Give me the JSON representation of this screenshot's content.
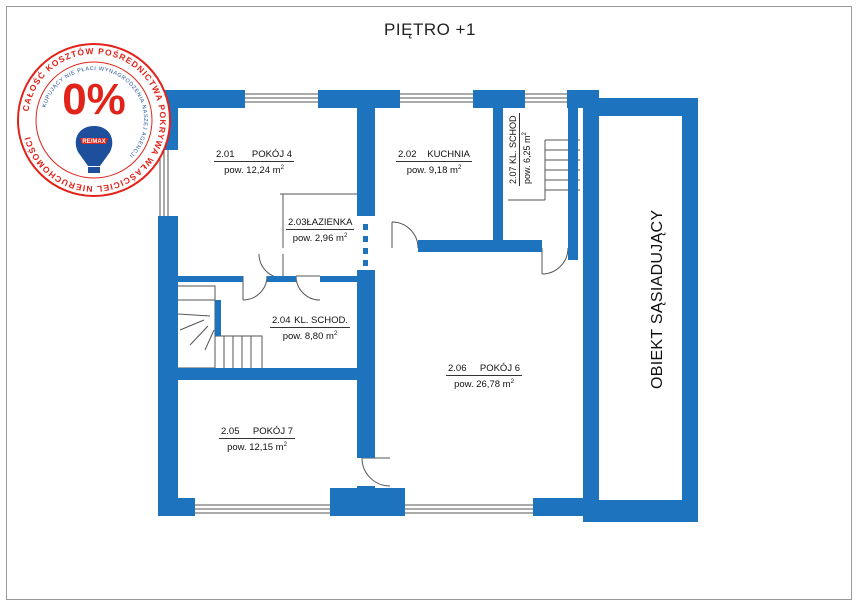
{
  "floor_title": "PIĘTRO +1",
  "badge": {
    "percent": "0%",
    "ring_text": "CAŁOŚĆ KOSZTÓW POŚREDNICTWA POKRYWA WŁAŚCICIEL NIERUCHOMOŚCI",
    "inner_text": "KUPUJĄCY NIE PŁACI WYNAGRODZENIA NASZEJ AGENCJI",
    "logo_text": "RE/MAX",
    "colors": {
      "red": "#e2231a",
      "blue": "#1d4f9c"
    }
  },
  "rooms": [
    {
      "id": "room-2-01",
      "number": "2.01",
      "name": "POKÓJ 4",
      "area_prefix": "pow. 12,24 m",
      "area_sup": "2"
    },
    {
      "id": "room-2-02",
      "number": "2.02",
      "name": "KUCHNIA",
      "area_prefix": "pow. 9,18 m",
      "area_sup": "2"
    },
    {
      "id": "room-2-03",
      "number": "2.03",
      "name": "ŁAZIENKA",
      "area_prefix": "pow. 2,96 m",
      "area_sup": "2"
    },
    {
      "id": "room-2-04",
      "number": "2.04",
      "name": "KL. SCHOD.",
      "area_prefix": "pow. 8,80 m",
      "area_sup": "2"
    },
    {
      "id": "room-2-05",
      "number": "2.05",
      "name": "POKÓJ 7",
      "area_prefix": "pow. 12,15 m",
      "area_sup": "2"
    },
    {
      "id": "room-2-06",
      "number": "2.06",
      "name": "POKÓJ 6",
      "area_prefix": "pow. 26,78 m",
      "area_sup": "2"
    }
  ],
  "stair_room": {
    "number": "2.07",
    "name": "KL. SCHOD",
    "area_prefix": "pow. 6,25 m",
    "area_sup": "2"
  },
  "neighbour_label": "OBIEKT SĄSIADUJĄCY",
  "colors": {
    "wall": "#1e73be",
    "line": "#555555",
    "text": "#111111"
  }
}
